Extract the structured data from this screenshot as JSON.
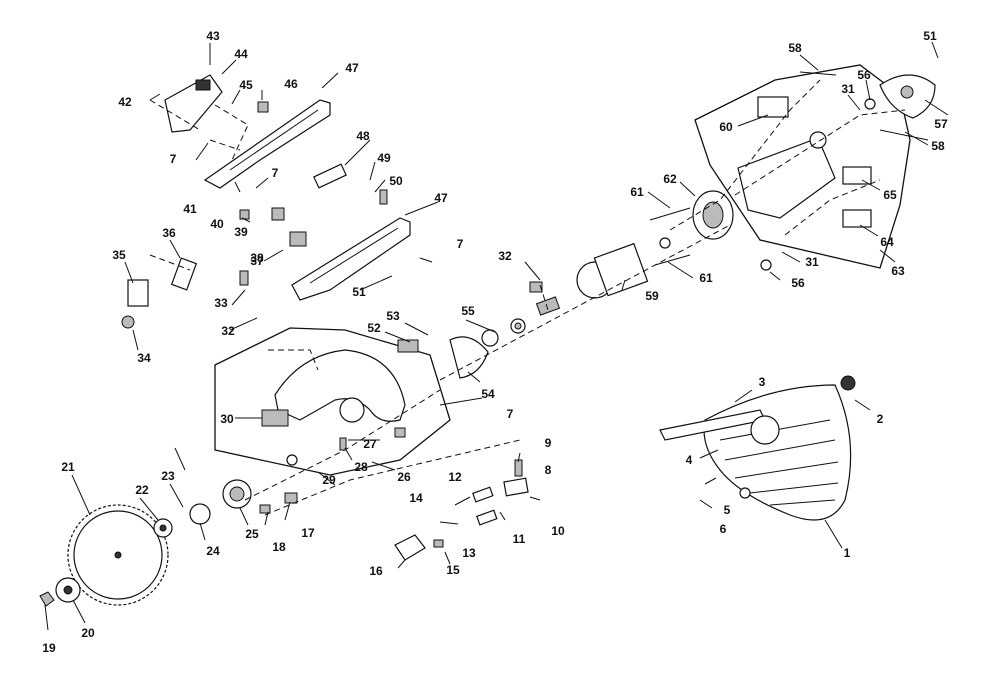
{
  "diagram": {
    "colors": {
      "ink": "#111111",
      "paper": "#ffffff",
      "shade": "#bbbbbb"
    },
    "callouts": [
      "1",
      "2",
      "3",
      "4",
      "5",
      "6",
      "7",
      "8",
      "9",
      "10",
      "11",
      "12",
      "13",
      "14",
      "15",
      "16",
      "17",
      "18",
      "19",
      "20",
      "21",
      "22",
      "23",
      "24",
      "25",
      "26",
      "27",
      "28",
      "29",
      "30",
      "31",
      "32",
      "33",
      "34",
      "35",
      "36",
      "37",
      "38",
      "39",
      "40",
      "41",
      "42",
      "43",
      "44",
      "45",
      "46",
      "47",
      "48",
      "49",
      "50",
      "51",
      "52",
      "53",
      "54",
      "55",
      "56",
      "57",
      "58",
      "59",
      "60",
      "61",
      "62",
      "63",
      "64",
      "65"
    ]
  }
}
